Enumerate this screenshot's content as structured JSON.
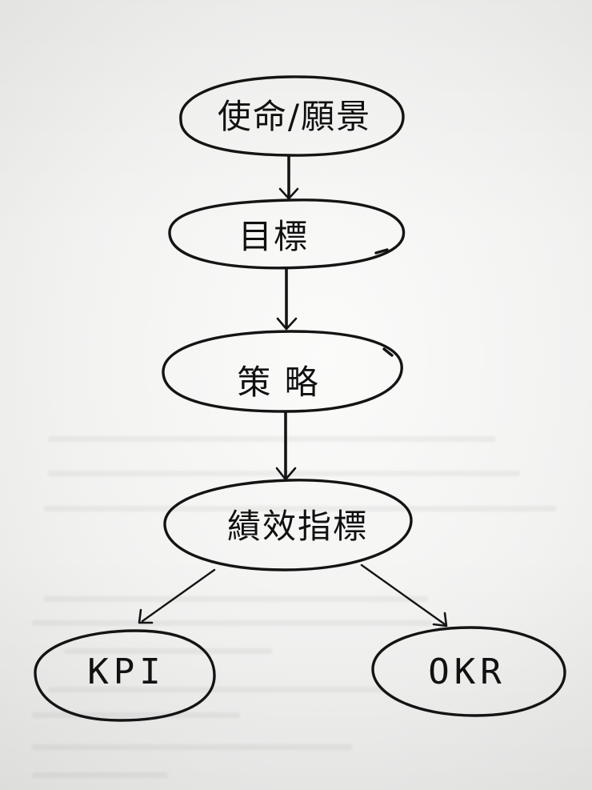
{
  "diagram": {
    "nodes": [
      {
        "id": "mission",
        "label": "使命/願景"
      },
      {
        "id": "objective",
        "label": "目標"
      },
      {
        "id": "strategy",
        "label": "策 略"
      },
      {
        "id": "performance",
        "label": "績效指標"
      },
      {
        "id": "kpi",
        "label": "KPI"
      },
      {
        "id": "okr",
        "label": "OKR"
      }
    ],
    "edges": [
      {
        "from": "mission",
        "to": "objective"
      },
      {
        "from": "objective",
        "to": "strategy"
      },
      {
        "from": "strategy",
        "to": "performance"
      },
      {
        "from": "performance",
        "to": "kpi"
      },
      {
        "from": "performance",
        "to": "okr"
      }
    ],
    "ink_color": "#141414",
    "paper_color": "#f2f2f1"
  }
}
